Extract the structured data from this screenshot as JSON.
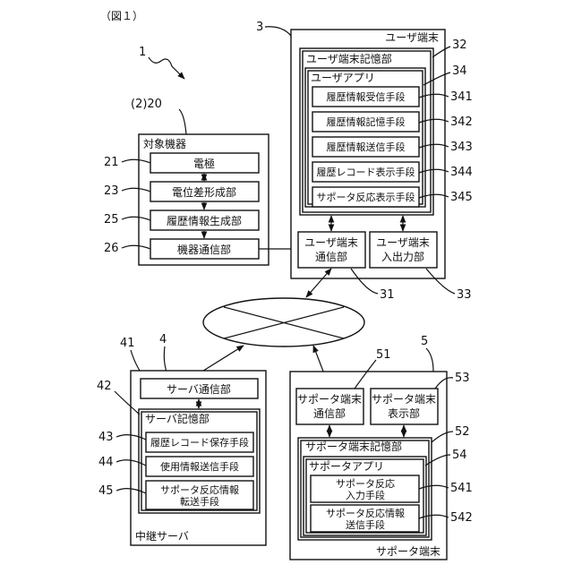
{
  "figure_label": "（図１）",
  "numerals": {
    "n1": "1",
    "n2": "(2)20",
    "n3": "3",
    "n4": "4",
    "n5": "5",
    "n21": "21",
    "n23": "23",
    "n25": "25",
    "n26": "26",
    "n31": "31",
    "n32": "32",
    "n33": "33",
    "n34": "34",
    "n341": "341",
    "n342": "342",
    "n343": "343",
    "n344": "344",
    "n345": "345",
    "n41": "41",
    "n42": "42",
    "n43": "43",
    "n44": "44",
    "n45": "45",
    "n51": "51",
    "n52": "52",
    "n53": "53",
    "n54": "54",
    "n541": "541",
    "n542": "542"
  },
  "target_device": {
    "title": "対象機器",
    "electrode": "電極",
    "potential_shaping": "電位差形成部",
    "history_generation": "履歴情報生成部",
    "device_comm": "機器通信部"
  },
  "user_terminal": {
    "title": "ユーザ端末",
    "storage": "ユーザ端末記憶部",
    "app": "ユーザアプリ",
    "means": [
      "履歴情報受信手段",
      "履歴情報記憶手段",
      "履歴情報送信手段",
      "履歴レコード表示手段",
      "サポータ反応表示手段"
    ],
    "comm_line1": "ユーザ端末",
    "comm_line2": "通信部",
    "io_line1": "ユーザ端末",
    "io_line2": "入出力部"
  },
  "relay_server": {
    "title": "中継サーバ",
    "comm": "サーバ通信部",
    "storage": "サーバ記憶部",
    "record_save": "履歴レコード保存手段",
    "usage_send": "使用情報送信手段",
    "forward_line1": "サポータ反応情報",
    "forward_line2": "転送手段"
  },
  "supporter_terminal": {
    "title": "サポータ端末",
    "comm_line1": "サポータ端末",
    "comm_line2": "通信部",
    "display_line1": "サポータ端末",
    "display_line2": "表示部",
    "storage": "サポータ端末記憶部",
    "app": "サポータアプリ",
    "reaction_input_line1": "サポータ反応",
    "reaction_input_line2": "入力手段",
    "reaction_send_line1": "サポータ反応情報",
    "reaction_send_line2": "送信手段"
  }
}
